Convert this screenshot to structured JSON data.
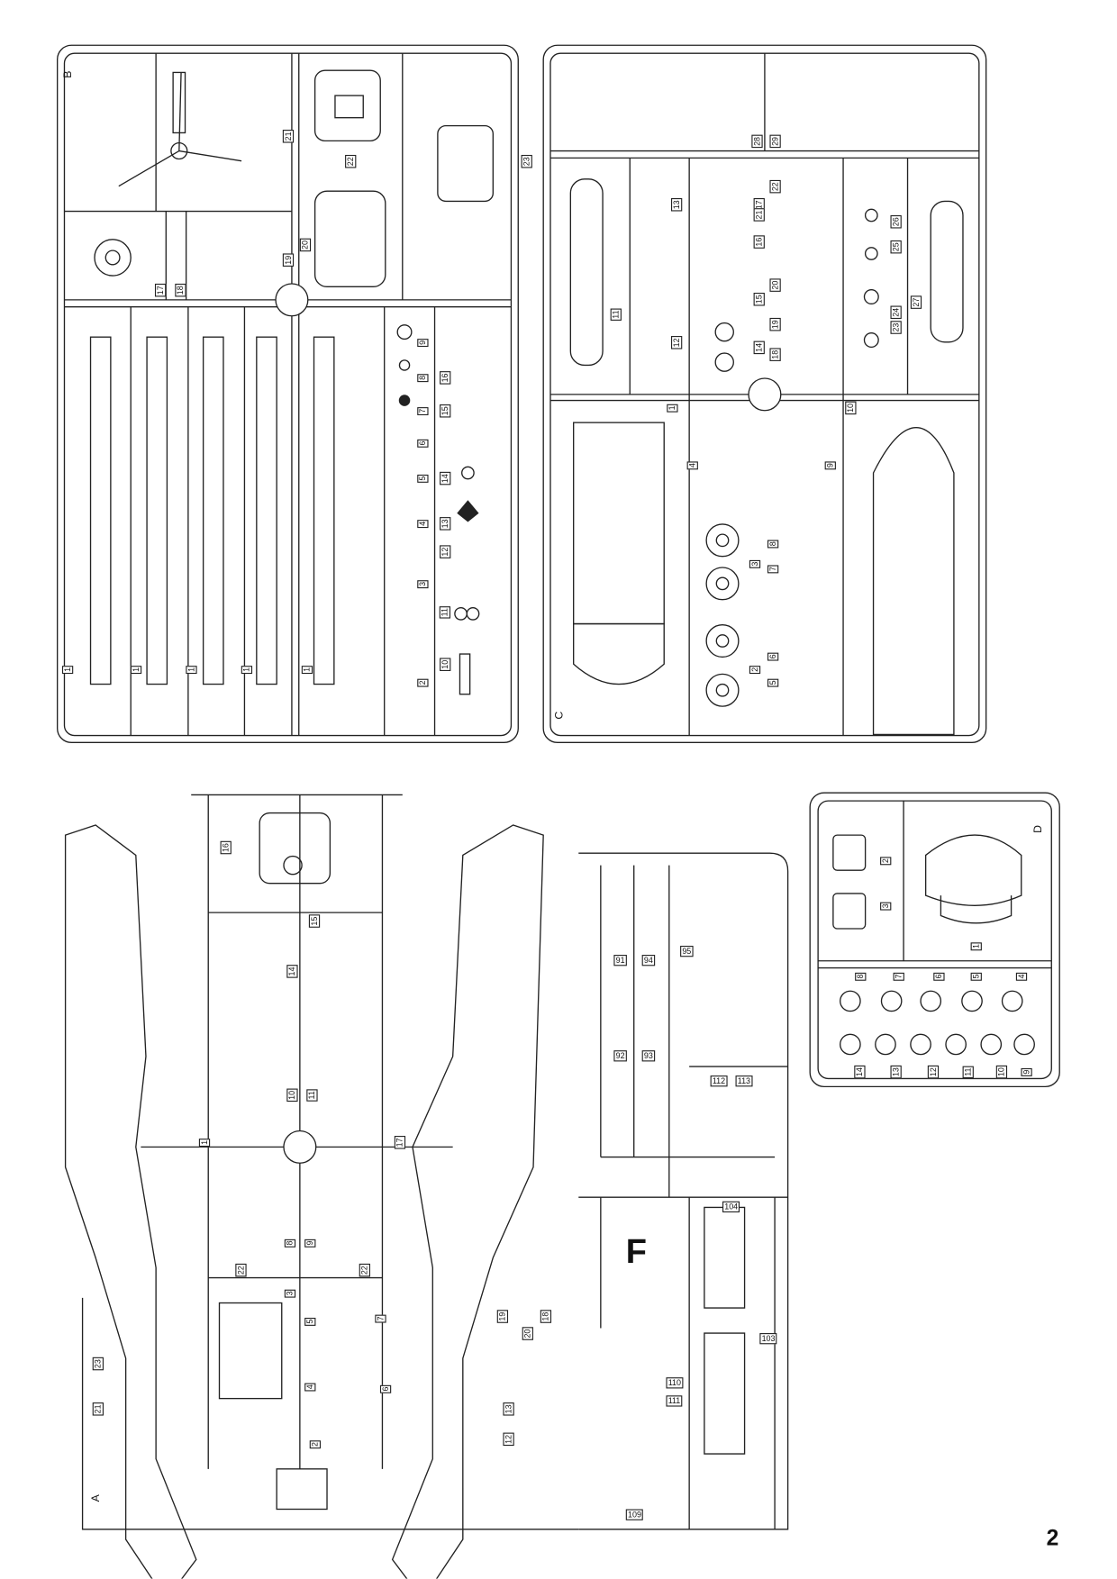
{
  "page_number": "2",
  "sprues": {
    "B": {
      "letter": "B",
      "parts": [
        "21",
        "22",
        "23",
        "20",
        "19",
        "17",
        "18",
        "1",
        "1",
        "1",
        "1",
        "1",
        "9",
        "8",
        "7",
        "6",
        "5",
        "4",
        "3",
        "2",
        "16",
        "15",
        "14",
        "13",
        "12",
        "11",
        "10"
      ]
    },
    "C": {
      "letter": "C",
      "parts": [
        "28",
        "29",
        "13",
        "12",
        "11",
        "17",
        "21",
        "22",
        "16",
        "20",
        "15",
        "19",
        "14",
        "18",
        "26",
        "25",
        "24",
        "23",
        "27",
        "1",
        "10",
        "4",
        "9",
        "8",
        "3",
        "7",
        "6",
        "2",
        "5"
      ]
    },
    "A": {
      "letter": "A",
      "parts": [
        "16",
        "15",
        "14",
        "10",
        "11",
        "1",
        "17",
        "8",
        "9",
        "22",
        "22",
        "3",
        "5",
        "7",
        "4",
        "6",
        "2",
        "19",
        "18",
        "20",
        "13",
        "12",
        "23",
        "21"
      ]
    },
    "F": {
      "letter": "F",
      "parts": [
        "91",
        "94",
        "95",
        "92",
        "93",
        "112",
        "113",
        "104",
        "103",
        "110",
        "111",
        "109"
      ]
    },
    "D": {
      "letter": "D",
      "parts": [
        "2",
        "3",
        "1",
        "8",
        "7",
        "6",
        "5",
        "4",
        "14",
        "13",
        "12",
        "11",
        "10",
        "9"
      ]
    }
  },
  "colors": {
    "ink": "#111111",
    "paper": "#ffffff"
  }
}
